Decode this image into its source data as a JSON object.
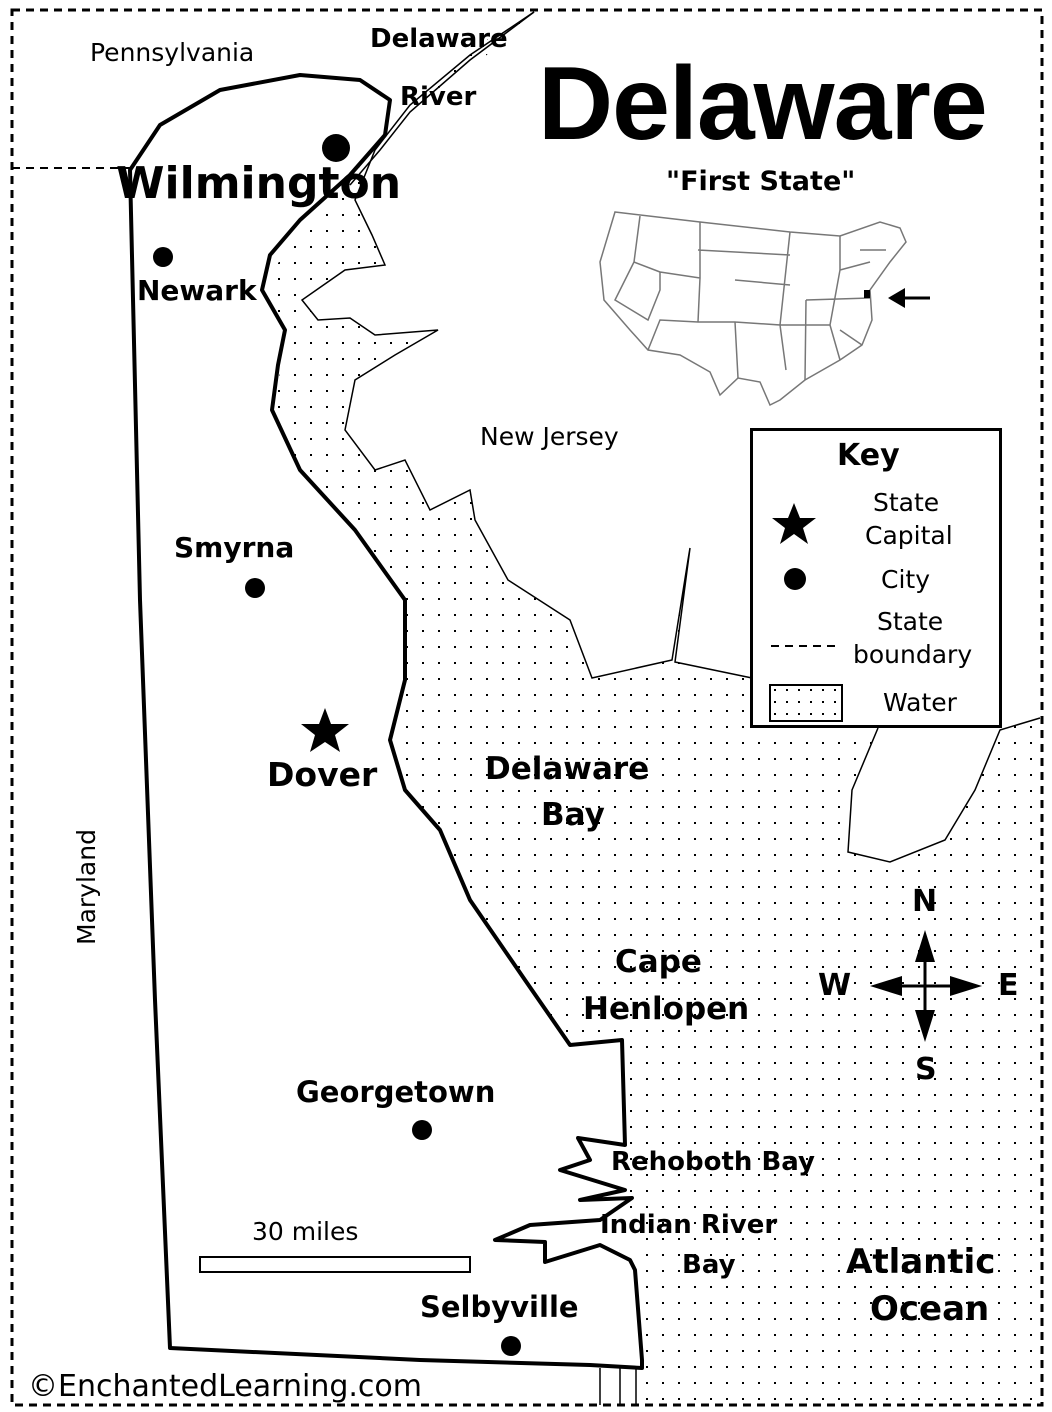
{
  "title": "Delaware",
  "nickname": "\"First State\"",
  "neighbors": {
    "pennsylvania": "Pennsylvania",
    "maryland": "Maryland",
    "new_jersey": "New Jersey"
  },
  "water_bodies": {
    "delaware_river_1": "Delaware",
    "delaware_river_2": "River",
    "delaware_bay_1": "Delaware",
    "delaware_bay_2": "Bay",
    "rehoboth_bay": "Rehoboth Bay",
    "indian_river_bay_1": "Indian River",
    "indian_river_bay_2": "Bay",
    "atlantic_1": "Atlantic",
    "atlantic_2": "Ocean"
  },
  "places": {
    "wilmington": "Wilmington",
    "newark": "Newark",
    "smyrna": "Smyrna",
    "dover": "Dover",
    "cape_henlopen_1": "Cape",
    "cape_henlopen_2": "Henlopen",
    "georgetown": "Georgetown",
    "selbyville": "Selbyville"
  },
  "key": {
    "heading": "Key",
    "capital_1": "State",
    "capital_2": "Capital",
    "city": "City",
    "boundary_1": "State",
    "boundary_2": "boundary",
    "water": "Water"
  },
  "compass": {
    "n": "N",
    "s": "S",
    "e": "E",
    "w": "W"
  },
  "scale": "30 miles",
  "copyright": "©EnchantedLearning.com"
}
